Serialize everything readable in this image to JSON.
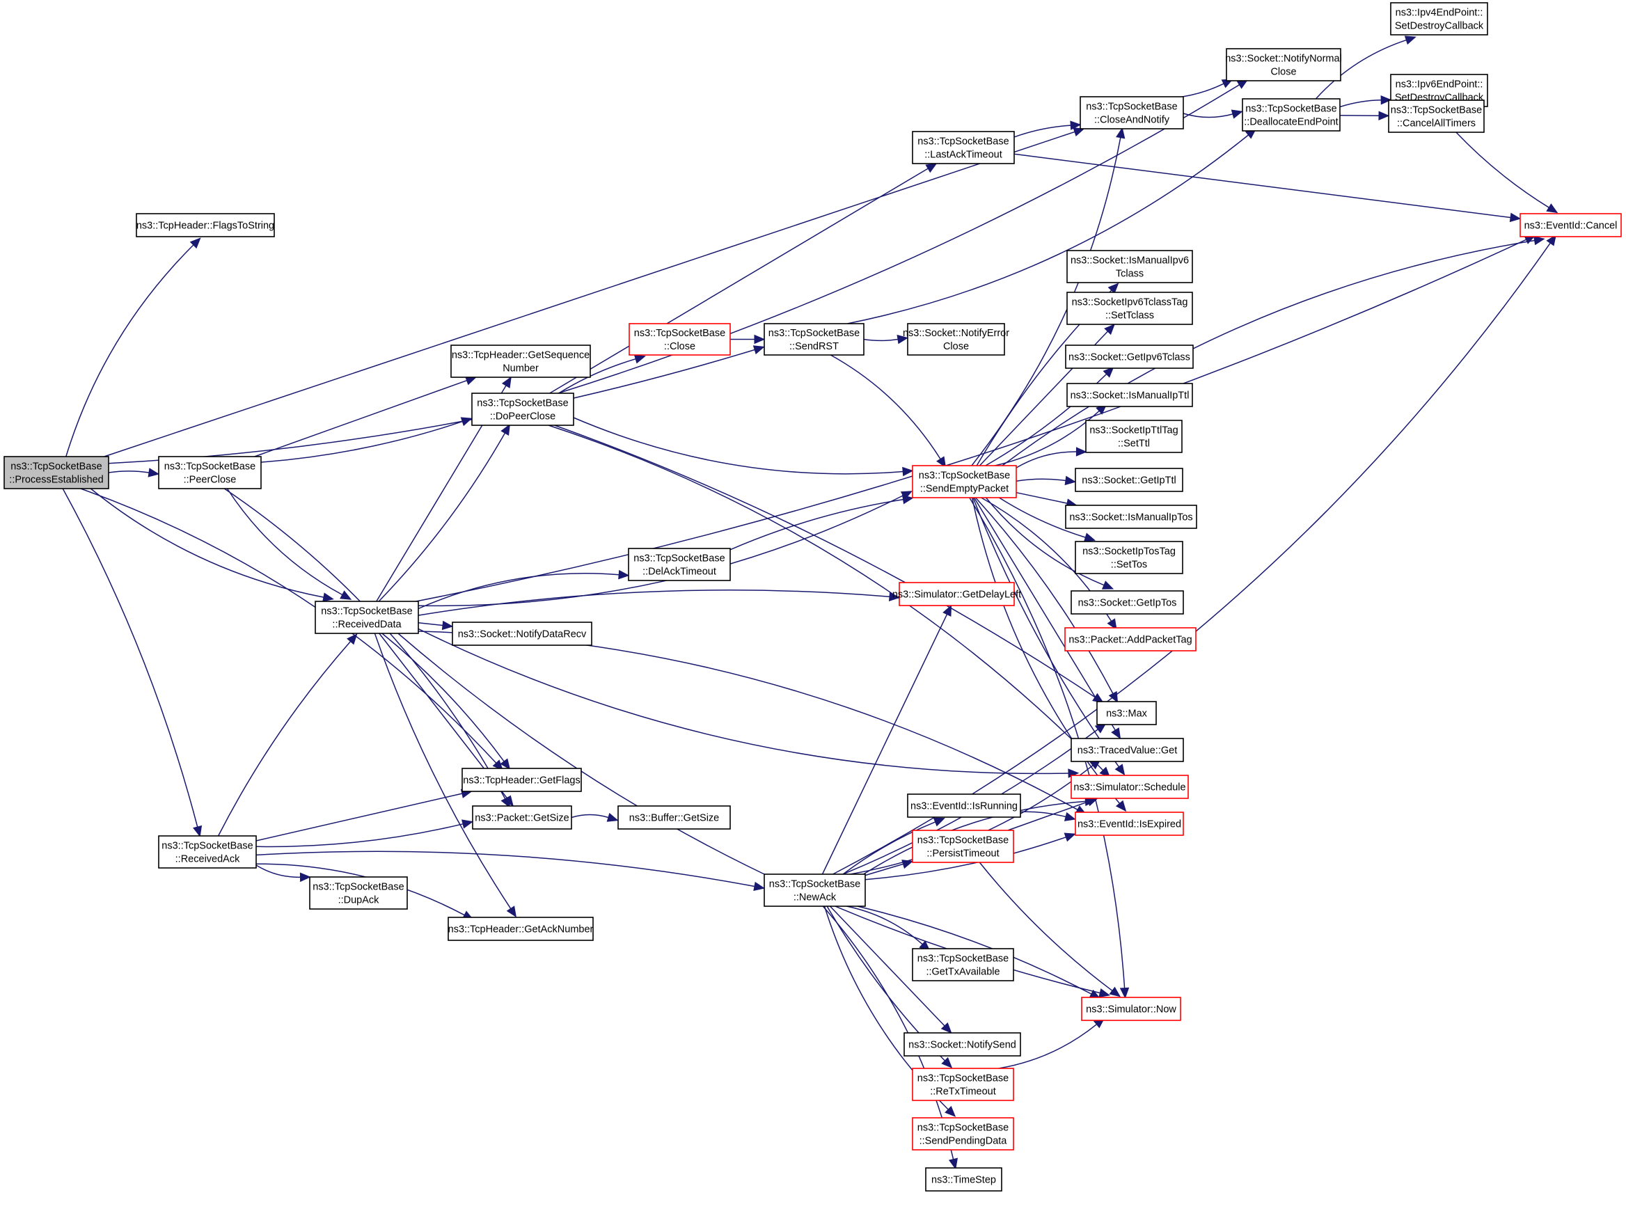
{
  "title": "ns3::TcpSocketBase::ProcessEstablished call graph",
  "colors": {
    "edge": "#191970",
    "node_border": "#000000",
    "truncated_border": "#ff0000",
    "root_fill": "#bfbfbf"
  },
  "nodes": [
    {
      "id": "ProcessEstablished",
      "lines": [
        "ns3::TcpSocketBase",
        "::ProcessEstablished"
      ],
      "style": "root"
    },
    {
      "id": "FlagsToString",
      "lines": [
        "ns3::TcpHeader::FlagsToString"
      ],
      "style": "normal"
    },
    {
      "id": "PeerClose",
      "lines": [
        "ns3::TcpSocketBase",
        "::PeerClose"
      ],
      "style": "normal"
    },
    {
      "id": "GetSequenceNumber",
      "lines": [
        "ns3::TcpHeader::GetSequence",
        "Number"
      ],
      "style": "normal"
    },
    {
      "id": "DoPeerClose",
      "lines": [
        "ns3::TcpSocketBase",
        "::DoPeerClose"
      ],
      "style": "normal"
    },
    {
      "id": "Close",
      "lines": [
        "ns3::TcpSocketBase",
        "::Close"
      ],
      "style": "red"
    },
    {
      "id": "SendRST",
      "lines": [
        "ns3::TcpSocketBase",
        "::SendRST"
      ],
      "style": "normal"
    },
    {
      "id": "NotifyErrorClose",
      "lines": [
        "ns3::Socket::NotifyError",
        "Close"
      ],
      "style": "normal"
    },
    {
      "id": "LastAckTimeout",
      "lines": [
        "ns3::TcpSocketBase",
        "::LastAckTimeout"
      ],
      "style": "normal"
    },
    {
      "id": "NotifyNormalClose",
      "lines": [
        "ns3::Socket::NotifyNormal",
        "Close"
      ],
      "style": "normal"
    },
    {
      "id": "CloseAndNotify",
      "lines": [
        "ns3::TcpSocketBase",
        "::CloseAndNotify"
      ],
      "style": "normal"
    },
    {
      "id": "DeallocateEndPoint",
      "lines": [
        "ns3::TcpSocketBase",
        "::DeallocateEndPoint"
      ],
      "style": "normal"
    },
    {
      "id": "Ipv4SetDestroy",
      "lines": [
        "ns3::Ipv4EndPoint::",
        "SetDestroyCallback"
      ],
      "style": "normal"
    },
    {
      "id": "Ipv6SetDestroy",
      "lines": [
        "ns3::Ipv6EndPoint::",
        "SetDestroyCallback"
      ],
      "style": "normal"
    },
    {
      "id": "CancelAllTimers",
      "lines": [
        "ns3::TcpSocketBase",
        "::CancelAllTimers"
      ],
      "style": "normal"
    },
    {
      "id": "EventIdCancel",
      "lines": [
        "ns3::EventId::Cancel"
      ],
      "style": "red"
    },
    {
      "id": "IsManualIpv6Tclass",
      "lines": [
        "ns3::Socket::IsManualIpv6",
        "Tclass"
      ],
      "style": "normal"
    },
    {
      "id": "SetTclass",
      "lines": [
        "ns3::SocketIpv6TclassTag",
        "::SetTclass"
      ],
      "style": "normal"
    },
    {
      "id": "GetIpv6Tclass",
      "lines": [
        "ns3::Socket::GetIpv6Tclass"
      ],
      "style": "normal"
    },
    {
      "id": "IsManualIpTtl",
      "lines": [
        "ns3::Socket::IsManualIpTtl"
      ],
      "style": "normal"
    },
    {
      "id": "SetTtl",
      "lines": [
        "ns3::SocketIpTtlTag",
        "::SetTtl"
      ],
      "style": "normal"
    },
    {
      "id": "GetIpTtl",
      "lines": [
        "ns3::Socket::GetIpTtl"
      ],
      "style": "normal"
    },
    {
      "id": "IsManualIpTos",
      "lines": [
        "ns3::Socket::IsManualIpTos"
      ],
      "style": "normal"
    },
    {
      "id": "SetTos",
      "lines": [
        "ns3::SocketIpTosTag",
        "::SetTos"
      ],
      "style": "normal"
    },
    {
      "id": "GetIpTos",
      "lines": [
        "ns3::Socket::GetIpTos"
      ],
      "style": "normal"
    },
    {
      "id": "AddPacketTag",
      "lines": [
        "ns3::Packet::AddPacketTag"
      ],
      "style": "red"
    },
    {
      "id": "SendEmptyPacket",
      "lines": [
        "ns3::TcpSocketBase",
        "::SendEmptyPacket"
      ],
      "style": "red"
    },
    {
      "id": "DelAckTimeout",
      "lines": [
        "ns3::TcpSocketBase",
        "::DelAckTimeout"
      ],
      "style": "normal"
    },
    {
      "id": "GetDelayLeft",
      "lines": [
        "ns3::Simulator::GetDelayLeft"
      ],
      "style": "red"
    },
    {
      "id": "ReceivedData",
      "lines": [
        "ns3::TcpSocketBase",
        "::ReceivedData"
      ],
      "style": "normal"
    },
    {
      "id": "NotifyDataRecv",
      "lines": [
        "ns3::Socket::NotifyDataRecv"
      ],
      "style": "normal"
    },
    {
      "id": "Max",
      "lines": [
        "ns3::Max"
      ],
      "style": "normal"
    },
    {
      "id": "TracedValueGet",
      "lines": [
        "ns3::TracedValue::Get"
      ],
      "style": "normal"
    },
    {
      "id": "Schedule",
      "lines": [
        "ns3::Simulator::Schedule"
      ],
      "style": "red"
    },
    {
      "id": "IsRunning",
      "lines": [
        "ns3::EventId::IsRunning"
      ],
      "style": "normal"
    },
    {
      "id": "IsExpired",
      "lines": [
        "ns3::EventId::IsExpired"
      ],
      "style": "red"
    },
    {
      "id": "GetFlags",
      "lines": [
        "ns3::TcpHeader::GetFlags"
      ],
      "style": "normal"
    },
    {
      "id": "PacketGetSize",
      "lines": [
        "ns3::Packet::GetSize"
      ],
      "style": "normal"
    },
    {
      "id": "BufferGetSize",
      "lines": [
        "ns3::Buffer::GetSize"
      ],
      "style": "normal"
    },
    {
      "id": "ReceivedAck",
      "lines": [
        "ns3::TcpSocketBase",
        "::ReceivedAck"
      ],
      "style": "normal"
    },
    {
      "id": "PersistTimeout",
      "lines": [
        "ns3::TcpSocketBase",
        "::PersistTimeout"
      ],
      "style": "red"
    },
    {
      "id": "NewAck",
      "lines": [
        "ns3::TcpSocketBase",
        "::NewAck"
      ],
      "style": "normal"
    },
    {
      "id": "DupAck",
      "lines": [
        "ns3::TcpSocketBase",
        "::DupAck"
      ],
      "style": "normal"
    },
    {
      "id": "GetAckNumber",
      "lines": [
        "ns3::TcpHeader::GetAckNumber"
      ],
      "style": "normal"
    },
    {
      "id": "GetTxAvailable",
      "lines": [
        "ns3::TcpSocketBase",
        "::GetTxAvailable"
      ],
      "style": "normal"
    },
    {
      "id": "Now",
      "lines": [
        "ns3::Simulator::Now"
      ],
      "style": "red"
    },
    {
      "id": "NotifySend",
      "lines": [
        "ns3::Socket::NotifySend"
      ],
      "style": "normal"
    },
    {
      "id": "ReTxTimeout",
      "lines": [
        "ns3::TcpSocketBase",
        "::ReTxTimeout"
      ],
      "style": "red"
    },
    {
      "id": "SendPendingData",
      "lines": [
        "ns3::TcpSocketBase",
        "::SendPendingData"
      ],
      "style": "red"
    },
    {
      "id": "TimeStep",
      "lines": [
        "ns3::TimeStep"
      ],
      "style": "normal"
    }
  ],
  "edges": [
    [
      "ProcessEstablished",
      "FlagsToString"
    ],
    [
      "ProcessEstablished",
      "PeerClose"
    ],
    [
      "ProcessEstablished",
      "CloseAndNotify"
    ],
    [
      "ProcessEstablished",
      "SendRST"
    ],
    [
      "ProcessEstablished",
      "ReceivedData"
    ],
    [
      "ProcessEstablished",
      "GetFlags"
    ],
    [
      "ProcessEstablished",
      "ReceivedAck"
    ],
    [
      "PeerClose",
      "GetSequenceNumber"
    ],
    [
      "PeerClose",
      "DoPeerClose"
    ],
    [
      "PeerClose",
      "ReceivedData"
    ],
    [
      "PeerClose",
      "PacketGetSize"
    ],
    [
      "DoPeerClose",
      "Close"
    ],
    [
      "DoPeerClose",
      "LastAckTimeout"
    ],
    [
      "DoPeerClose",
      "NotifyNormalClose"
    ],
    [
      "DoPeerClose",
      "SendEmptyPacket"
    ],
    [
      "DoPeerClose",
      "Schedule"
    ],
    [
      "DoPeerClose",
      "Max"
    ],
    [
      "Close",
      "SendRST"
    ],
    [
      "SendRST",
      "NotifyErrorClose"
    ],
    [
      "SendRST",
      "DeallocateEndPoint"
    ],
    [
      "SendRST",
      "SendEmptyPacket"
    ],
    [
      "LastAckTimeout",
      "CloseAndNotify"
    ],
    [
      "LastAckTimeout",
      "EventIdCancel"
    ],
    [
      "CloseAndNotify",
      "NotifyNormalClose"
    ],
    [
      "CloseAndNotify",
      "DeallocateEndPoint"
    ],
    [
      "DeallocateEndPoint",
      "Ipv4SetDestroy"
    ],
    [
      "DeallocateEndPoint",
      "Ipv6SetDestroy"
    ],
    [
      "DeallocateEndPoint",
      "CancelAllTimers"
    ],
    [
      "CancelAllTimers",
      "EventIdCancel"
    ],
    [
      "SendEmptyPacket",
      "CloseAndNotify"
    ],
    [
      "SendEmptyPacket",
      "EventIdCancel"
    ],
    [
      "SendEmptyPacket",
      "IsManualIpv6Tclass"
    ],
    [
      "SendEmptyPacket",
      "SetTclass"
    ],
    [
      "SendEmptyPacket",
      "GetIpv6Tclass"
    ],
    [
      "SendEmptyPacket",
      "IsManualIpTtl"
    ],
    [
      "SendEmptyPacket",
      "SetTtl"
    ],
    [
      "SendEmptyPacket",
      "GetIpTtl"
    ],
    [
      "SendEmptyPacket",
      "IsManualIpTos"
    ],
    [
      "SendEmptyPacket",
      "SetTos"
    ],
    [
      "SendEmptyPacket",
      "GetIpTos"
    ],
    [
      "SendEmptyPacket",
      "AddPacketTag"
    ],
    [
      "SendEmptyPacket",
      "Max"
    ],
    [
      "SendEmptyPacket",
      "TracedValueGet"
    ],
    [
      "SendEmptyPacket",
      "Schedule"
    ],
    [
      "SendEmptyPacket",
      "IsExpired"
    ],
    [
      "SendEmptyPacket",
      "Now"
    ],
    [
      "DelAckTimeout",
      "SendEmptyPacket"
    ],
    [
      "ReceivedData",
      "GetSequenceNumber"
    ],
    [
      "ReceivedData",
      "DoPeerClose"
    ],
    [
      "ReceivedData",
      "SendEmptyPacket"
    ],
    [
      "ReceivedData",
      "DelAckTimeout"
    ],
    [
      "ReceivedData",
      "GetDelayLeft"
    ],
    [
      "ReceivedData",
      "NotifyDataRecv"
    ],
    [
      "ReceivedData",
      "EventIdCancel"
    ],
    [
      "ReceivedData",
      "Schedule"
    ],
    [
      "ReceivedData",
      "IsExpired"
    ],
    [
      "ReceivedData",
      "GetFlags"
    ],
    [
      "ReceivedData",
      "PacketGetSize"
    ],
    [
      "ReceivedData",
      "GetAckNumber"
    ],
    [
      "ReceivedData",
      "Now"
    ],
    [
      "PacketGetSize",
      "BufferGetSize"
    ],
    [
      "ReceivedAck",
      "ReceivedData"
    ],
    [
      "ReceivedAck",
      "GetFlags"
    ],
    [
      "ReceivedAck",
      "PacketGetSize"
    ],
    [
      "ReceivedAck",
      "DupAck"
    ],
    [
      "ReceivedAck",
      "GetAckNumber"
    ],
    [
      "ReceivedAck",
      "NewAck"
    ],
    [
      "NewAck",
      "GetDelayLeft"
    ],
    [
      "NewAck",
      "Max"
    ],
    [
      "NewAck",
      "TracedValueGet"
    ],
    [
      "NewAck",
      "Schedule"
    ],
    [
      "NewAck",
      "IsRunning"
    ],
    [
      "NewAck",
      "PersistTimeout"
    ],
    [
      "NewAck",
      "IsExpired"
    ],
    [
      "NewAck",
      "EventIdCancel"
    ],
    [
      "NewAck",
      "GetTxAvailable"
    ],
    [
      "NewAck",
      "Now"
    ],
    [
      "NewAck",
      "NotifySend"
    ],
    [
      "NewAck",
      "ReTxTimeout"
    ],
    [
      "NewAck",
      "SendPendingData"
    ],
    [
      "NewAck",
      "TimeStep"
    ],
    [
      "IsRunning",
      "IsExpired"
    ],
    [
      "PersistTimeout",
      "Schedule"
    ],
    [
      "PersistTimeout",
      "Now"
    ],
    [
      "ReTxTimeout",
      "Now"
    ]
  ]
}
